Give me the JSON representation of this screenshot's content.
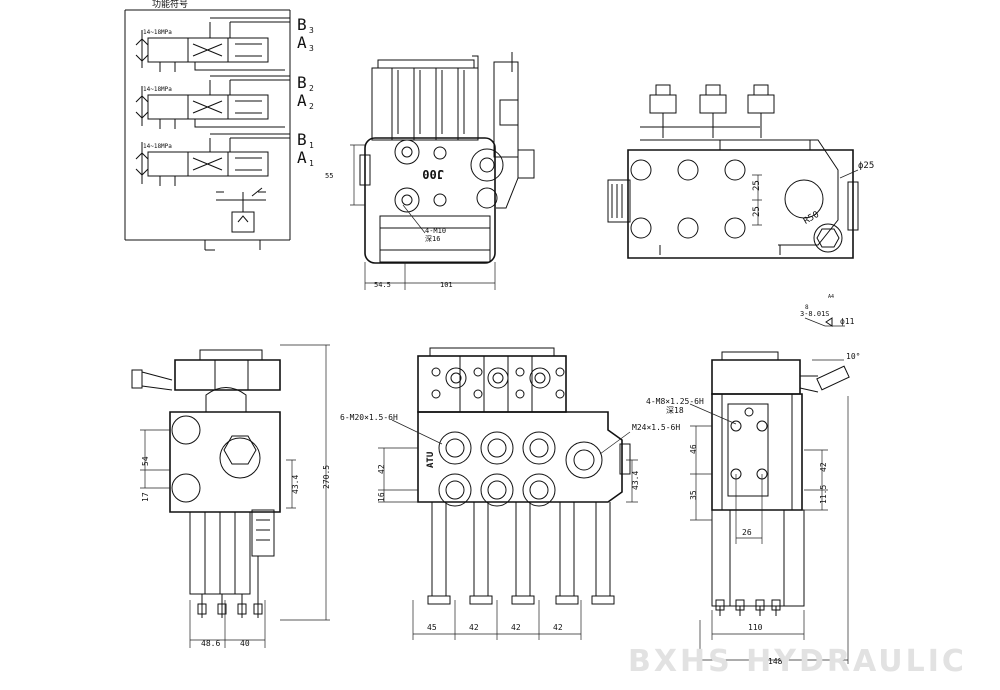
{
  "schematic": {
    "title": "功能符号",
    "ports": [
      {
        "b": "B",
        "bn": "3",
        "a": "A",
        "an": "3"
      },
      {
        "b": "B",
        "bn": "2",
        "a": "A",
        "an": "2"
      },
      {
        "b": "B",
        "bn": "1",
        "a": "A",
        "an": "1"
      }
    ],
    "pressure_labels": [
      "14~18MPa",
      "14~18MPa",
      "14~18MPa"
    ]
  },
  "views": {
    "top_center": {
      "dim_left": "54.5",
      "dim_bottom": "101",
      "dim_vertical": "55",
      "note_line1": "4-M10",
      "note_line2": "深16",
      "body_mark": "J00"
    },
    "top_right": {
      "dim_phi": "ϕ25",
      "dim_25a": "25",
      "dim_25b": "25",
      "dim_r": "R50"
    },
    "detail": {
      "top": "A4",
      "mid": "8",
      "note": "3-8.01S",
      "phi": "ϕ11"
    },
    "front_left": {
      "dim_54": "54",
      "dim_17": "17",
      "dim_434": "43.4",
      "dim_height": "270.5",
      "dim_486": "48.6",
      "dim_40": "40"
    },
    "front_center": {
      "thread_note": "6-M20×1.5-6H",
      "m24_note": "M24×1.5-6H",
      "dim_42v": "42",
      "dim_16": "16",
      "dim_434": "43.4",
      "dim_bottom": [
        "45",
        "42",
        "42",
        "42"
      ],
      "body_text": "ATU"
    },
    "front_right": {
      "m8_note": "4-M8×1.25-6H",
      "deep_note": "深18",
      "dim_10": "10°",
      "dim_46": "46",
      "dim_35": "35",
      "dim_42": "42",
      "dim_115": "11.5",
      "dim_26": "26",
      "dim_110": "110",
      "dim_148": "148"
    }
  },
  "watermark": "BXHS HYDRAULIC"
}
